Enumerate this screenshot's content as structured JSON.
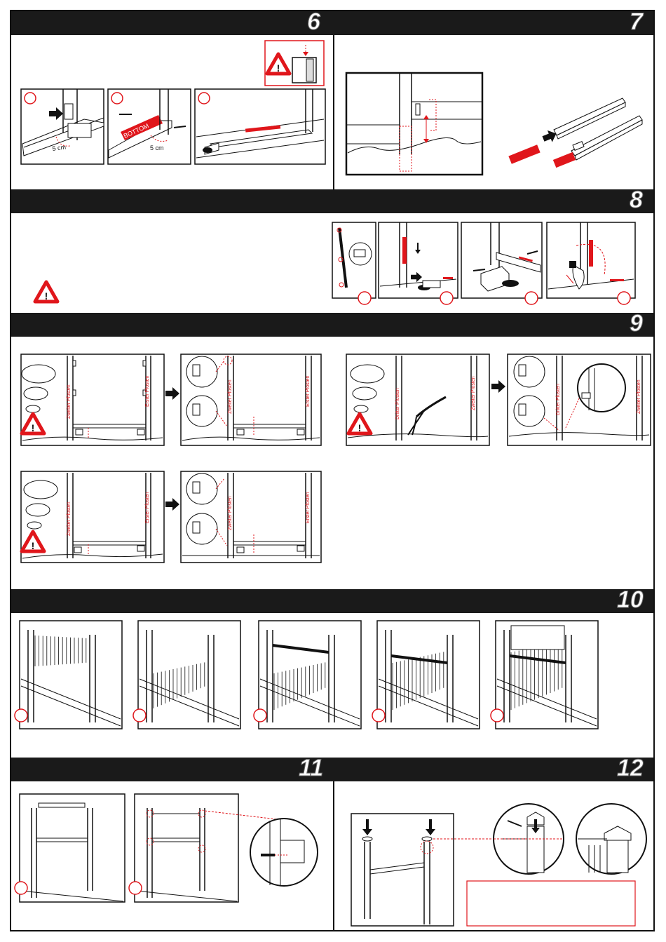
{
  "steps": {
    "s6": {
      "number": "6"
    },
    "s7": {
      "number": "7"
    },
    "s8": {
      "number": "8"
    },
    "s9": {
      "number": "9"
    },
    "s10": {
      "number": "10"
    },
    "s11": {
      "number": "11"
    },
    "s12": {
      "number": "12"
    }
  },
  "labels": {
    "bottom": "BOTTOM",
    "dist1": "5 cm",
    "dist2": "5 cm",
    "post_a1": "Zweiter Pfosten",
    "post_b1": "Erster Pfosten",
    "post_a2": "Zweiter Pfosten",
    "post_b2": "Erster Pfosten",
    "post_a3": "Dritter Pfosten",
    "post_b3": "Zweiter Pfosten",
    "post_a4": "Dritter Pfosten",
    "post_b4": "Zweiter Pfosten",
    "post_a5": "Zweiter Pfosten",
    "post_b5": "Erster Pfosten",
    "post_a6": "Zweiter Pfosten",
    "post_b6": "Erster Pfosten"
  },
  "colors": {
    "accent": "#e0161b",
    "band": "#1a1a1a",
    "line": "#111111"
  },
  "icons": [
    "warning-icon",
    "arrow-right-icon",
    "pickaxe-icon"
  ]
}
